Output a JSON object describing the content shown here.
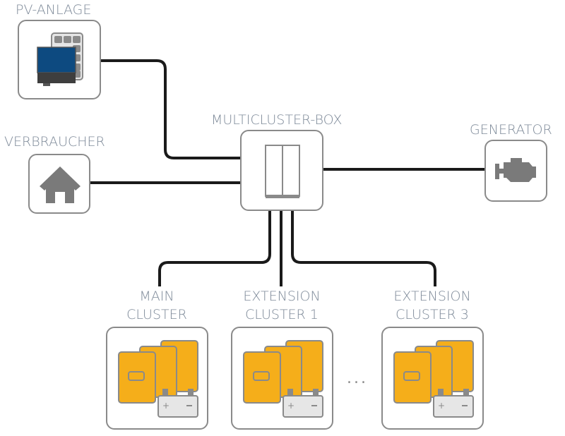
{
  "nodes": {
    "pv": {
      "label": "PV-ANLAGE",
      "icon": "solar-inverter-icon"
    },
    "consumer": {
      "label": "VERBRAUCHER",
      "icon": "house-icon"
    },
    "multicluster": {
      "label": "MULTICLUSTER-BOX",
      "icon": "switch-cabinet-icon"
    },
    "generator": {
      "label": "GENERATOR",
      "icon": "engine-icon"
    },
    "clusters": [
      {
        "label_line1": "MAIN",
        "label_line2": "CLUSTER",
        "icon": "inverters-battery-icon"
      },
      {
        "label_line1": "EXTENSION",
        "label_line2": "CLUSTER 1",
        "icon": "inverters-battery-icon"
      },
      {
        "label_line1": "EXTENSION",
        "label_line2": "CLUSTER 3",
        "icon": "inverters-battery-icon"
      }
    ],
    "ellipsis": "..."
  },
  "colors": {
    "label": "#7e8a99",
    "box_border": "#8a8a8a",
    "wire": "#1a1a1a",
    "inverter": "#f5ae1a",
    "pv_panel": "#0d4a80",
    "icon_gray": "#7a7a7a"
  }
}
